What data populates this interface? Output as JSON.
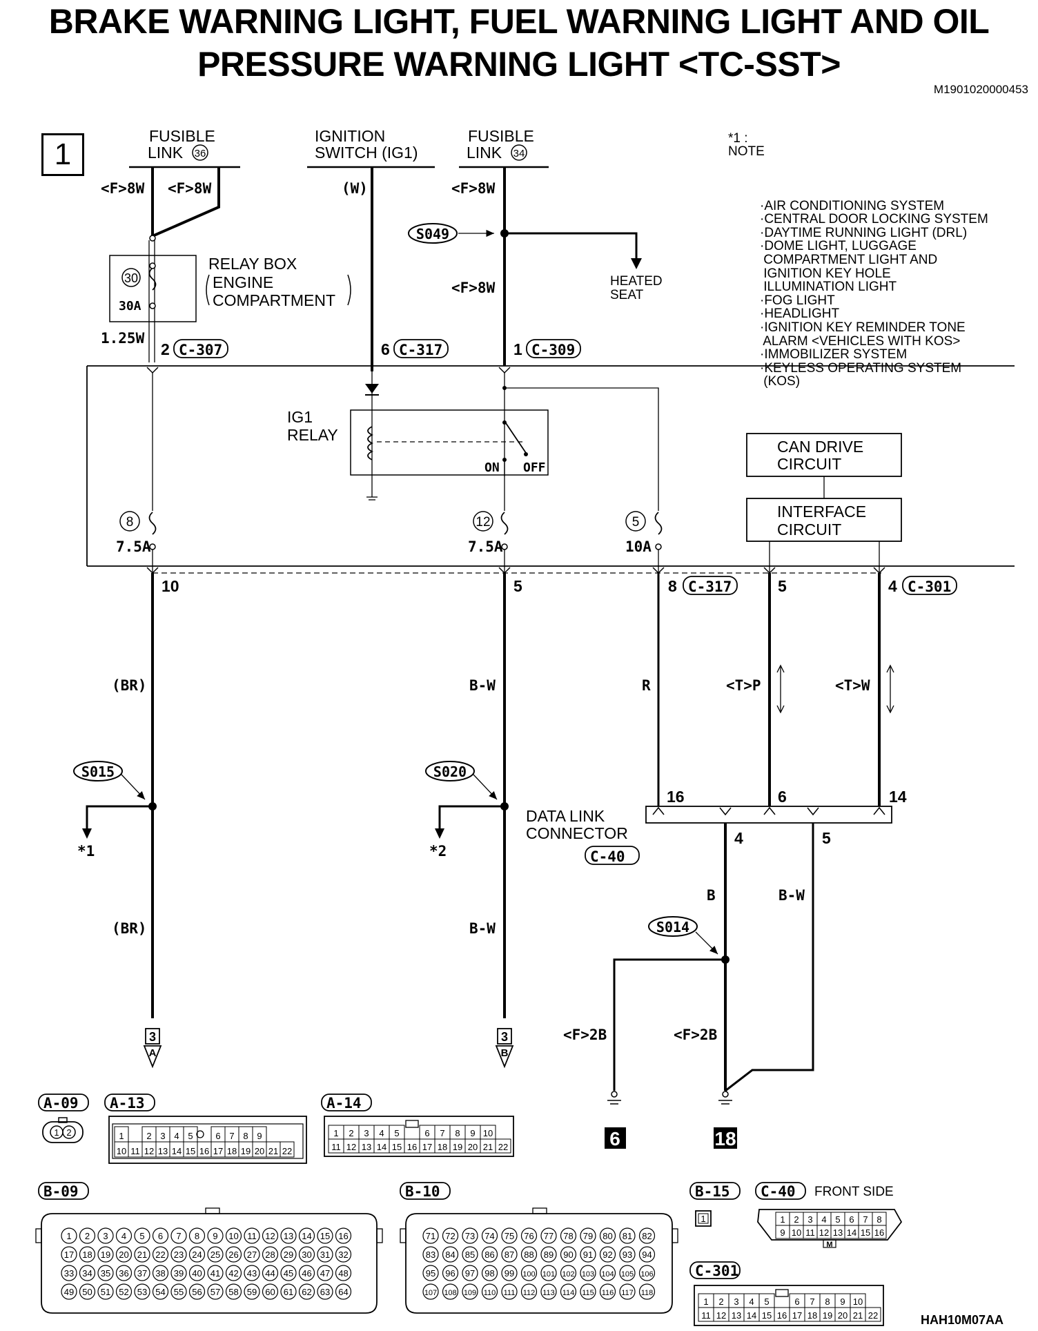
{
  "title": {
    "line1": "BRAKE WARNING LIGHT, FUEL WARNING LIGHT AND OIL",
    "line2": "PRESSURE WARNING LIGHT <TC-SST>"
  },
  "doc_code": "M1901020000453",
  "figure_code": "HAH10M07AA",
  "page_marker": "1",
  "note": {
    "heading": "NOTE",
    "marker": "*1 :",
    "lines": [
      "·AIR CONDITIONING SYSTEM",
      "·CENTRAL DOOR LOCKING SYSTEM",
      "·DAYTIME RUNNING LIGHT (DRL)",
      "·DOME LIGHT, LUGGAGE",
      " COMPARTMENT LIGHT AND",
      " IGNITION KEY HOLE",
      " ILLUMINATION LIGHT",
      "·FOG LIGHT",
      "·HEADLIGHT",
      "·IGNITION KEY REMINDER TONE",
      " ALARM <VEHICLES WITH KOS>",
      "·IMMOBILIZER SYSTEM",
      "·KEYLESS OPERATING SYSTEM",
      " (KOS)"
    ]
  },
  "sources": {
    "fusible_link_36": {
      "line1": "FUSIBLE",
      "line2": "LINK",
      "num": "36"
    },
    "ignition_switch": {
      "line1": "IGNITION",
      "line2": "SWITCH (IG1)"
    },
    "fusible_link_34": {
      "line1": "FUSIBLE",
      "line2": "LINK",
      "num": "34"
    }
  },
  "wires": {
    "f8w": "<F>8W",
    "w": "(W)",
    "br": "(BR)",
    "bw": "B-W",
    "r": "R",
    "tp": "<T>P",
    "tw": "<T>W",
    "b": "B",
    "f2b": "<F>2B",
    "w125": "1.25W"
  },
  "relay_box": {
    "label1": "RELAY BOX",
    "label2": "ENGINE",
    "label3": "COMPARTMENT",
    "fuse_num": "30",
    "fuse_rating": "30A"
  },
  "connectors": {
    "c307": {
      "pin": "2",
      "id": "C-307"
    },
    "c317a": {
      "pin": "6",
      "id": "C-317"
    },
    "c309": {
      "pin": "1",
      "id": "C-309"
    },
    "c317b": {
      "pin": "8",
      "id": "C-317"
    },
    "c301": {
      "pin": "4",
      "id": "C-301"
    },
    "c40": {
      "id": "C-40"
    }
  },
  "splices": {
    "s049": "S049",
    "s015": "S015",
    "s020": "S020",
    "s014": "S014"
  },
  "heated_seat": {
    "line1": "HEATED",
    "line2": "SEAT"
  },
  "ig1_relay": {
    "line1": "IG1",
    "line2": "RELAY",
    "on": "ON",
    "off": "OFF"
  },
  "etacs_fuses": [
    {
      "num": "8",
      "rating": "7.5A"
    },
    {
      "num": "12",
      "rating": "7.5A"
    },
    {
      "num": "5",
      "rating": "10A"
    }
  ],
  "can_drive": {
    "line1": "CAN DRIVE",
    "line2": "CIRCUIT"
  },
  "interface": {
    "line1": "INTERFACE",
    "line2": "CIRCUIT"
  },
  "lower_pins": {
    "p10": "10",
    "p5a": "5",
    "p5b": "5"
  },
  "dlc": {
    "line1": "DATA LINK",
    "line2": "CONNECTOR",
    "pins_top": [
      "16",
      "6",
      "14"
    ],
    "pins_bottom": [
      "4",
      "5"
    ]
  },
  "refs": {
    "star1": "*1",
    "star2": "*2"
  },
  "continuations": [
    {
      "page": "3",
      "letter": "A"
    },
    {
      "page": "3",
      "letter": "B"
    }
  ],
  "grounds": [
    "6",
    "18"
  ],
  "connector_views": {
    "a09": "A-09",
    "a13": "A-13",
    "a14": "A-14",
    "b09": "B-09",
    "b10": "B-10",
    "b15": "B-15",
    "c40": "C-40",
    "c40_side": "FRONT SIDE",
    "c301": "C-301",
    "a09_pins": [
      "1",
      "2"
    ],
    "b15_pin": "1",
    "c40_m": "M"
  }
}
